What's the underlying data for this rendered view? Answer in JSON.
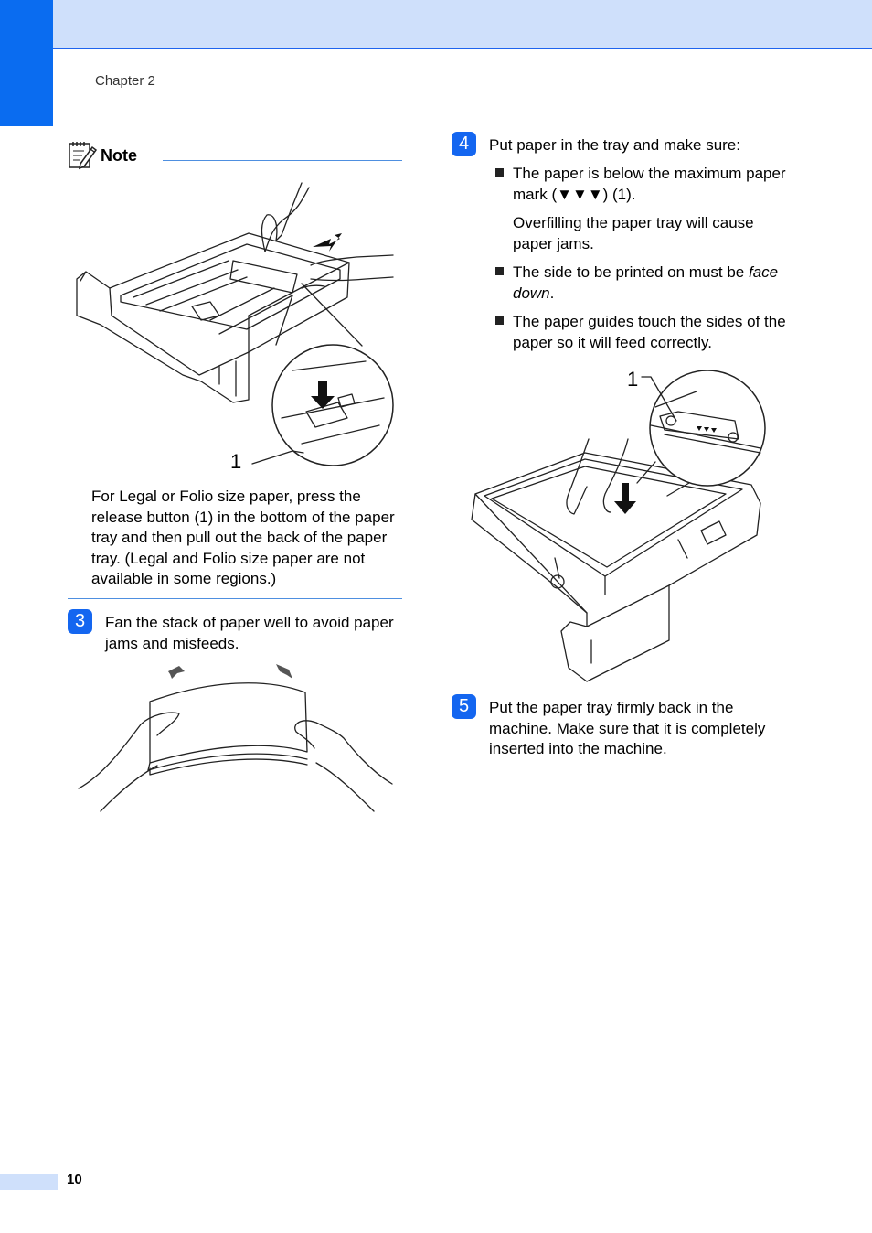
{
  "header": {
    "chapter": "Chapter 2"
  },
  "note": {
    "label": "Note",
    "figure_callout": "1",
    "text": "For Legal or Folio size paper, press the release button (1) in the bottom of the paper tray and then pull out the back of the paper tray. (Legal and Folio size paper are not available in some regions.)"
  },
  "steps": [
    {
      "number": "3",
      "text": "Fan the stack of paper well to avoid paper jams and misfeeds."
    },
    {
      "number": "4",
      "text": "Put paper in the tray and make sure:",
      "bullets": [
        {
          "text": "The paper is below the maximum paper mark (▼▼▼) (1).",
          "subtext": "Overfilling the paper tray will cause paper jams."
        },
        {
          "text_before": "The side to be printed on must be ",
          "emphasis": "face down",
          "text_after": "."
        },
        {
          "text": "The paper guides touch the sides of the paper so it will feed correctly."
        }
      ],
      "figure_callout": "1"
    },
    {
      "number": "5",
      "text": "Put the paper tray firmly back in the machine. Make sure that it is completely inserted into the machine."
    }
  ],
  "footer": {
    "page_number": "10"
  },
  "icons": {
    "note": "note-pencil-icon"
  },
  "colors": {
    "accent": "#0a6cf0",
    "header_band": "#cfe0fb",
    "rule": "#4e8fe0"
  }
}
